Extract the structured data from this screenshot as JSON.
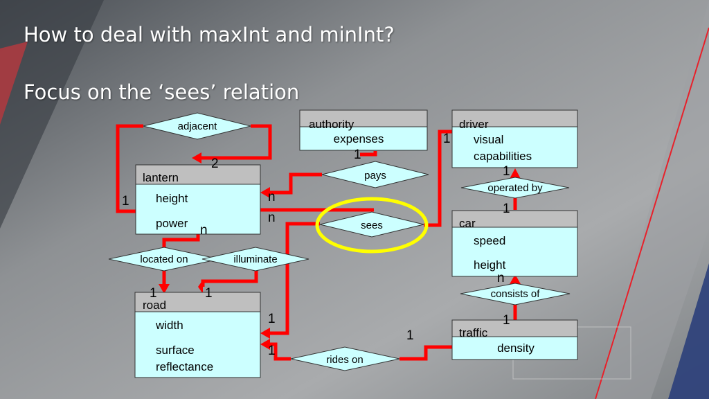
{
  "title": "How to deal with maxInt and minInt?",
  "subtitle": "Focus on the ‘sees’ relation",
  "entities": {
    "authority": {
      "name": "authority",
      "attrs": [
        "expenses"
      ]
    },
    "driver": {
      "name": "driver",
      "attrs": [
        "visual",
        "capabilities"
      ]
    },
    "lantern": {
      "name": "lantern",
      "attrs": [
        "height",
        "power"
      ]
    },
    "car": {
      "name": "car",
      "attrs": [
        "speed",
        "height"
      ]
    },
    "road": {
      "name": "road",
      "attrs": [
        "width",
        "surface",
        "reflectance"
      ]
    },
    "traffic": {
      "name": "traffic",
      "attrs": [
        "density"
      ]
    }
  },
  "relations": {
    "adjacent": "adjacent",
    "pays": "pays",
    "operated_by": "operated by",
    "sees": "sees",
    "located_on": "located on",
    "illuminate": "illuminate",
    "consists_of": "consists of",
    "rides_on": "rides on"
  },
  "cardinalities": {
    "adj_lantern_top": "2",
    "adj_lantern_left": "1",
    "pays_authority": "1",
    "pays_lantern": "n",
    "sees_lantern": "n",
    "sees_driver": "1",
    "operated_driver": "1",
    "operated_car": "1",
    "located_lantern": "n",
    "located_road": "1",
    "illuminate_road": "1",
    "sees_road": "1",
    "consists_car": "n",
    "consists_traffic": "1",
    "rides_road": "1",
    "rides_traffic": "1"
  },
  "colors": {
    "link": "#ff0000",
    "entity_body": "#ccffff",
    "entity_header": "#bfbfbf",
    "highlight": "#ffff00",
    "title_text": "#ffffff"
  }
}
